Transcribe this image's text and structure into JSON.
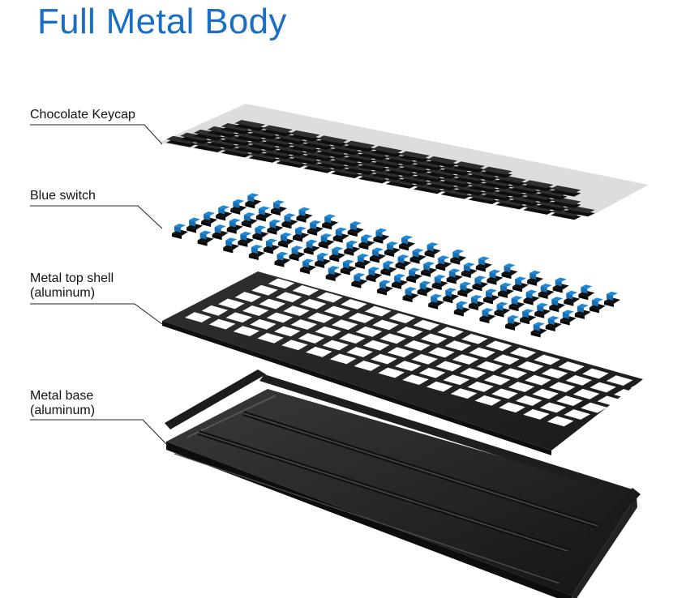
{
  "title": "Full Metal Body",
  "layers": [
    {
      "id": "keycap",
      "line1": "Chocolate Keycap",
      "line2": ""
    },
    {
      "id": "switch",
      "line1": "Blue switch",
      "line2": ""
    },
    {
      "id": "topshell",
      "line1": "Metal top shell",
      "line2": "(aluminum)"
    },
    {
      "id": "base",
      "line1": "Metal base",
      "line2": "(aluminum)"
    }
  ],
  "colors": {
    "title": "#1a6fc2",
    "keycap": "#2a2a2c",
    "switch_stem": "#1e88d6",
    "metal": "#2b2b2b"
  }
}
